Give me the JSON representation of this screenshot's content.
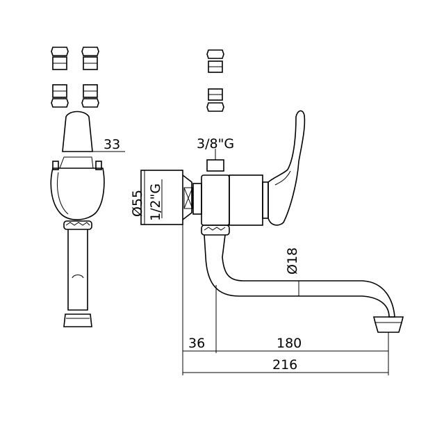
{
  "dimensions": {
    "side_width": "33",
    "inlet_thread": "3/8\"G",
    "flange_diameter": "Ø55",
    "wall_thread": "1/2\"G",
    "spout_diameter": "Ø18",
    "body_offset": "36",
    "spout_reach": "180",
    "total_reach": "216"
  },
  "colors": {
    "line": "#000000",
    "background": "#ffffff"
  }
}
